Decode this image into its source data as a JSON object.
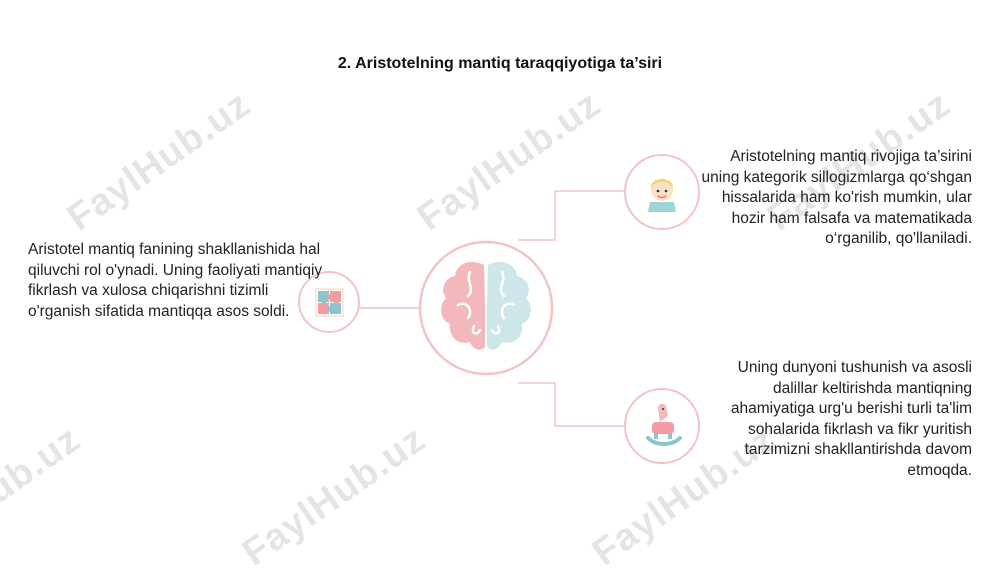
{
  "slide": {
    "title": "2. Aristotelning mantiq taraqqiyotiga ta’siri",
    "left_text": "Aristotel mantiq fanining shakllanishida hal qiluvchi rol o'ynadi. Uning faoliyati mantiqiy fikrlash va xulosa chiqarishni tizimli o'rganish sifatida mantiqqa asos soldi.",
    "right_top_text": "Aristotelning mantiq rivojiga ta’sirini uning kategorik sillogizmlarga qo‘shgan hissalarida ham ko'rish mumkin, ular hozir ham falsafa va matematikada o‘rganilib, qo'llaniladi.",
    "right_bottom_text": "Uning dunyoni tushunish va asosli dalillar keltirishda mantiqning ahamiyatiga urg'u berishi turli ta'lim sohalarida fikrlash va fikr yuritish tarzimizni shakllantirishda davom etmoqda."
  },
  "watermark": "FaylHub.uz",
  "icons": {
    "center": "brain-icon",
    "left": "puzzle-icon",
    "right_top": "child-face-icon",
    "right_bottom": "rocking-horse-icon"
  },
  "colors": {
    "circle_stroke": "#f2c4c4",
    "brain_left": "#f3b8bb",
    "brain_right": "#cde6ea"
  }
}
